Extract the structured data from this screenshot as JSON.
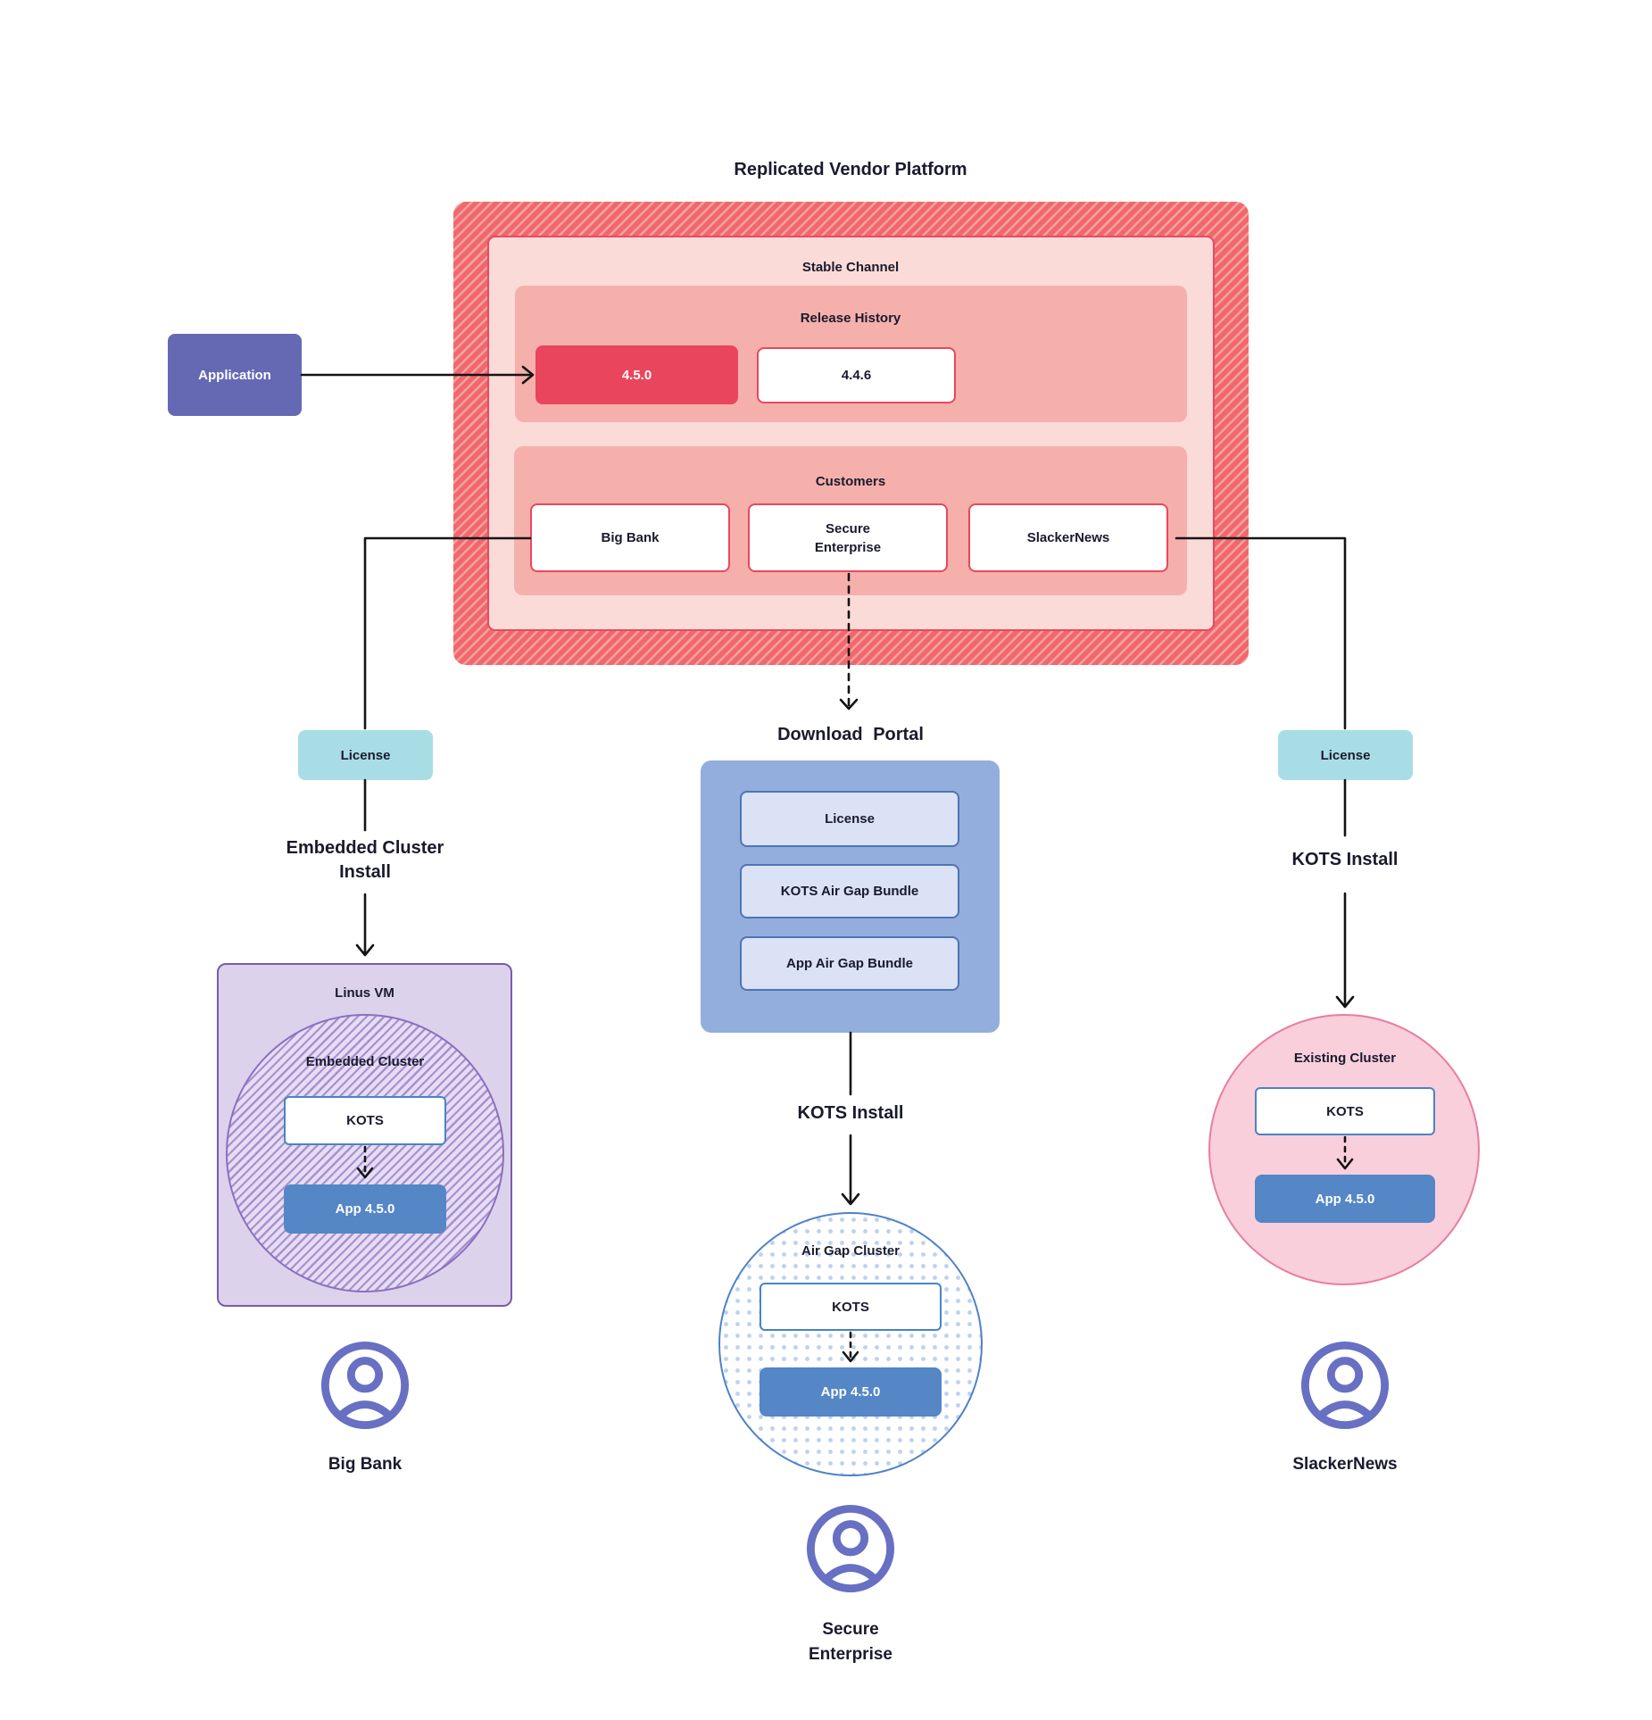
{
  "title": "Replicated Vendor Platform",
  "application": {
    "label": "Application"
  },
  "platform": {
    "stable_channel_label": "Stable Channel",
    "release_history_label": "Release History",
    "releases": [
      {
        "version": "4.5.0",
        "highlight": true
      },
      {
        "version": "4.4.6",
        "highlight": false
      }
    ],
    "customers_label": "Customers",
    "customers": [
      {
        "name": "Big Bank"
      },
      {
        "name": "Secure Enterprise"
      },
      {
        "name": "SlackerNews"
      }
    ]
  },
  "left_flow": {
    "license_label": "License",
    "install_label": "Embedded Cluster Install",
    "vm_label": "Linus VM",
    "cluster_label": "Embedded Cluster",
    "kots_label": "KOTS",
    "app_label": "App 4.5.0",
    "persona_label": "Big Bank"
  },
  "middle_flow": {
    "portal_label": "Download Portal",
    "portal_items": [
      {
        "label": "License"
      },
      {
        "label": "KOTS Air Gap Bundle"
      },
      {
        "label": "App Air Gap Bundle"
      }
    ],
    "install_label": "KOTS Install",
    "cluster_label": "Air Gap Cluster",
    "kots_label": "KOTS",
    "app_label": "App 4.5.0",
    "persona_label": "Secure Enterprise"
  },
  "right_flow": {
    "license_label": "License",
    "install_label": "KOTS Install",
    "cluster_label": "Existing Cluster",
    "kots_label": "KOTS",
    "app_label": "App 4.5.0",
    "persona_label": "SlackerNews"
  },
  "colors": {
    "platform_hatch": "#F1686C",
    "platform_hatch_stripe": "#F6A0A2",
    "stable_channel_fill": "#FBDBD7",
    "stable_channel_border": "#E94A5E",
    "section_fill": "#F5B0AB",
    "release_highlight_fill": "#E9455C",
    "box_border_red": "#E8485C",
    "application_fill": "#6569B3",
    "license_fill": "#A9DDE5",
    "vm_fill": "#DCD2EC",
    "vm_border": "#7A5CA8",
    "embedded_cluster_stripe": "#A98FD0",
    "kots_border": "#4984C6",
    "app_fill": "#5586C5",
    "portal_fill": "#93AEDC",
    "portal_item_fill": "#DBE2F6",
    "airgap_border": "#4E82C8",
    "airgap_dot": "#BDD2EE",
    "existing_fill": "#F8CFDB",
    "existing_border": "#E87DA1",
    "persona_icon": "#6770C2",
    "connector": "#141414"
  }
}
